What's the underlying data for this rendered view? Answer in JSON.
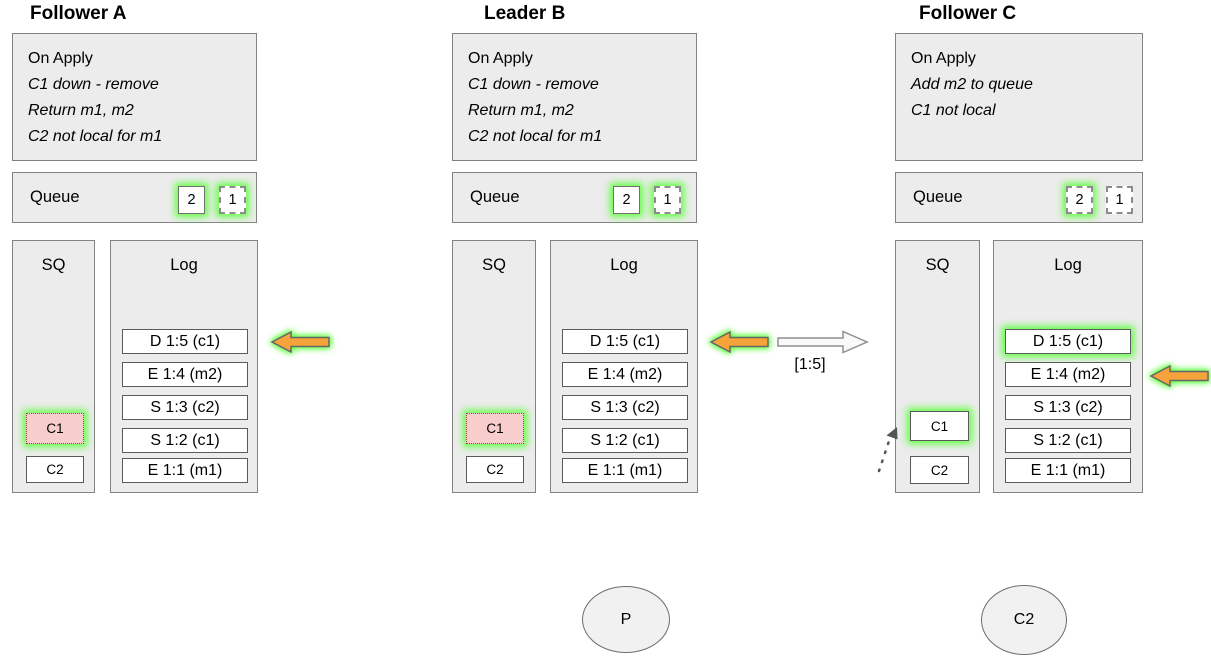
{
  "nodes": [
    {
      "title": "Follower A",
      "note": {
        "heading": "On Apply",
        "lines": [
          "C1 down - remove",
          "Return m1, m2",
          "C2 not local for m1"
        ]
      },
      "queue": {
        "label": "Queue",
        "tokens": [
          "2",
          "1"
        ]
      },
      "sq": {
        "label": "SQ",
        "items": [
          "C1",
          "C2"
        ]
      },
      "log": {
        "label": "Log",
        "entries": [
          "D 1:5 (c1)",
          "E 1:4 (m2)",
          "S 1:3 (c2)",
          "S 1:2 (c1)",
          "E 1:1 (m1)"
        ]
      }
    },
    {
      "title": "Leader B",
      "note": {
        "heading": "On Apply",
        "lines": [
          "C1 down - remove",
          "Return m1, m2",
          "C2 not local for m1"
        ]
      },
      "queue": {
        "label": "Queue",
        "tokens": [
          "2",
          "1"
        ]
      },
      "sq": {
        "label": "SQ",
        "items": [
          "C1",
          "C2"
        ]
      },
      "log": {
        "label": "Log",
        "entries": [
          "D 1:5 (c1)",
          "E 1:4 (m2)",
          "S 1:3 (c2)",
          "S 1:2 (c1)",
          "E 1:1 (m1)"
        ]
      }
    },
    {
      "title": "Follower C",
      "note": {
        "heading": "On Apply",
        "lines": [
          "Add m2 to queue",
          "C1 not local"
        ]
      },
      "queue": {
        "label": "Queue",
        "tokens": [
          "2",
          "1"
        ]
      },
      "sq": {
        "label": "SQ",
        "items": [
          "C1",
          "C2"
        ]
      },
      "log": {
        "label": "Log",
        "entries": [
          "D 1:5 (c1)",
          "E 1:4 (m2)",
          "S 1:3 (c2)",
          "S 1:2 (c1)",
          "E 1:1 (m1)"
        ]
      }
    }
  ],
  "replication": {
    "label": "[1:5]"
  },
  "actors": [
    {
      "label": "P"
    },
    {
      "label": "C2"
    }
  ],
  "colors": {
    "highlight_glow": "#63ff44",
    "arrow_orange": "#f5a43c",
    "sq_blocked_pink": "#f8cecc",
    "panel_fill": "#ececec"
  }
}
